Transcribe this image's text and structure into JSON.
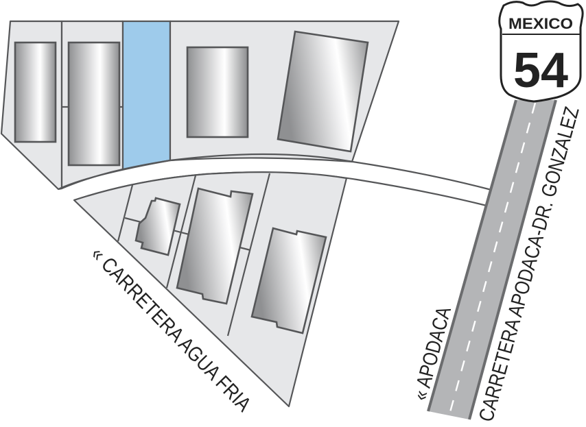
{
  "map": {
    "type": "site location map",
    "colors": {
      "lot_fill": "#e6e7e9",
      "outline": "#555658",
      "highlight_lot": "#9ecbeb",
      "highway_fill": "#b4b5b7",
      "highway_edge": "#6b6c6e",
      "lane_dash": "#ffffff"
    },
    "shield": {
      "country": "MEXICO",
      "route_number": "54"
    },
    "roads": {
      "highway_label": "CARRETERA APODACA-DR. GONZALEZ",
      "direction_label": "« APODACA",
      "secondary_label": "« CARRETERA AGUA FRIA"
    },
    "lots": {
      "highlighted": "available-lot"
    }
  }
}
